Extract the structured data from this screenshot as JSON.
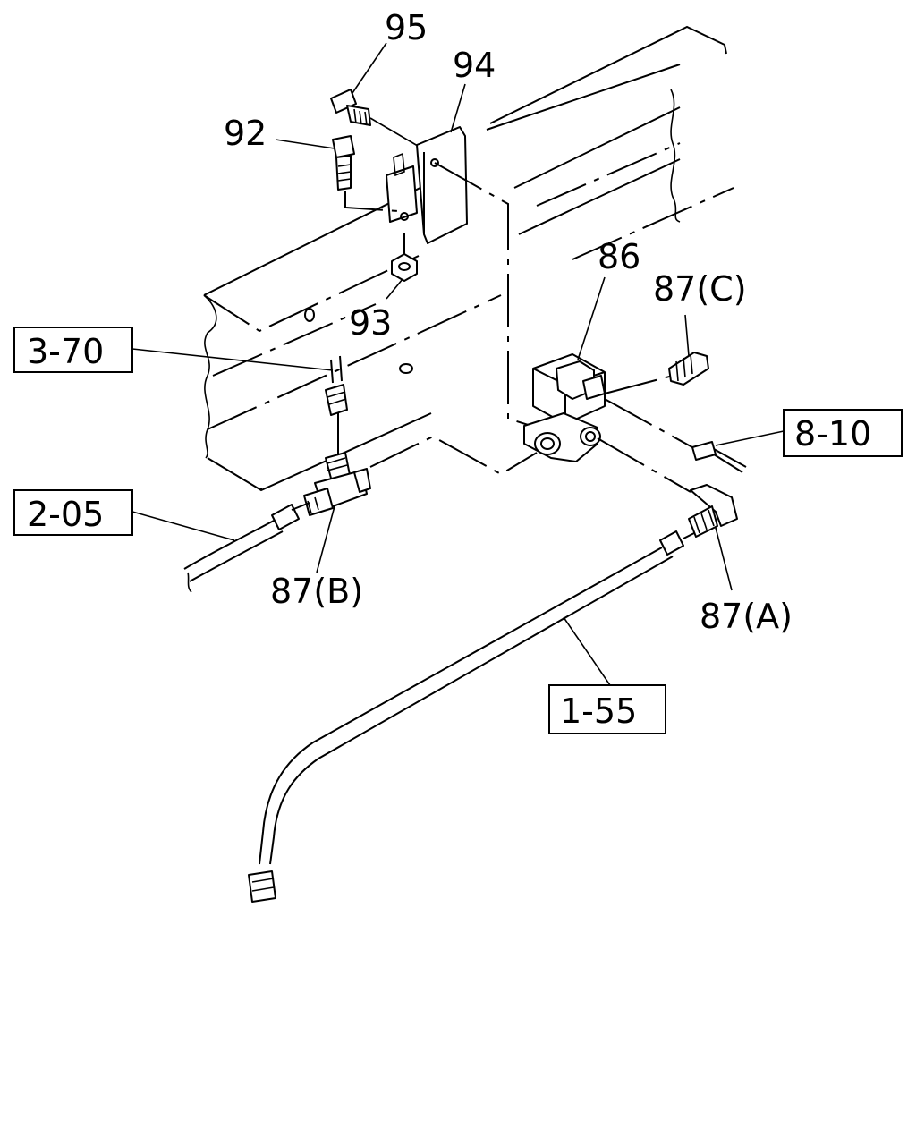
{
  "callouts": {
    "c95": "95",
    "c94": "94",
    "c92": "92",
    "c93": "93",
    "c86": "86",
    "c87c": "87(C)",
    "c87b": "87(B)",
    "c87a": "87(A)"
  },
  "references": {
    "r370": "3-70",
    "r205": "2-05",
    "r810": "8-10",
    "r155": "1-55"
  }
}
